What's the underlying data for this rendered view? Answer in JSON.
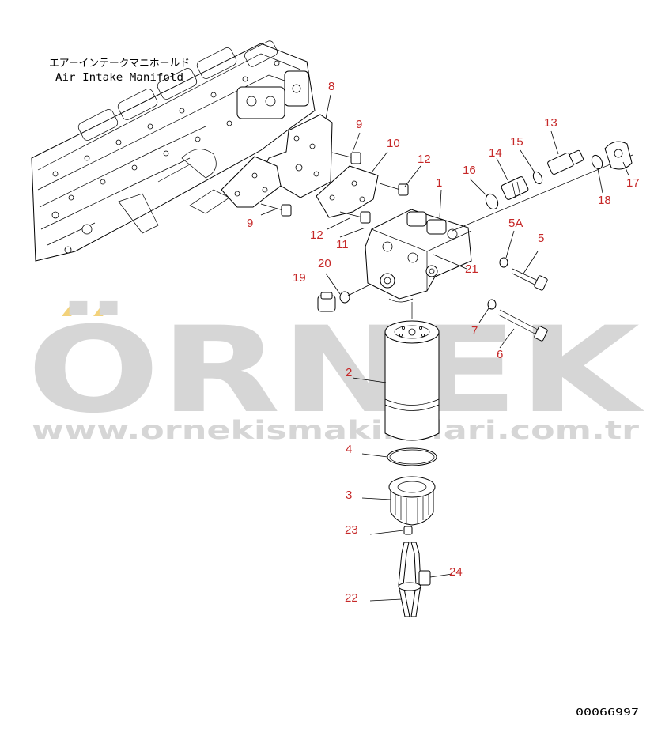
{
  "manifold_label_jp": "エアーインテークマニホールド",
  "manifold_label_en": "Air Intake Manifold",
  "figure_code": "00066997",
  "watermark": {
    "brand": "ÖRNEK",
    "url": "www.ornekismakinalari.com.tr",
    "accent_color": "#f3d27a",
    "text_color": "#d6d6d6"
  },
  "callout_color": "#c62828",
  "callouts": {
    "c1": "1",
    "c2": "2",
    "c3": "3",
    "c4": "4",
    "c5": "5",
    "c5a": "5A",
    "c6": "6",
    "c7": "7",
    "c8": "8",
    "c9a": "9",
    "c9b": "9",
    "c10": "10",
    "c11": "11",
    "c12a": "12",
    "c12b": "12",
    "c13": "13",
    "c14": "14",
    "c15": "15",
    "c16": "16",
    "c17": "17",
    "c18": "18",
    "c19": "19",
    "c20": "20",
    "c21": "21",
    "c22": "22",
    "c23": "23",
    "c24": "24"
  }
}
